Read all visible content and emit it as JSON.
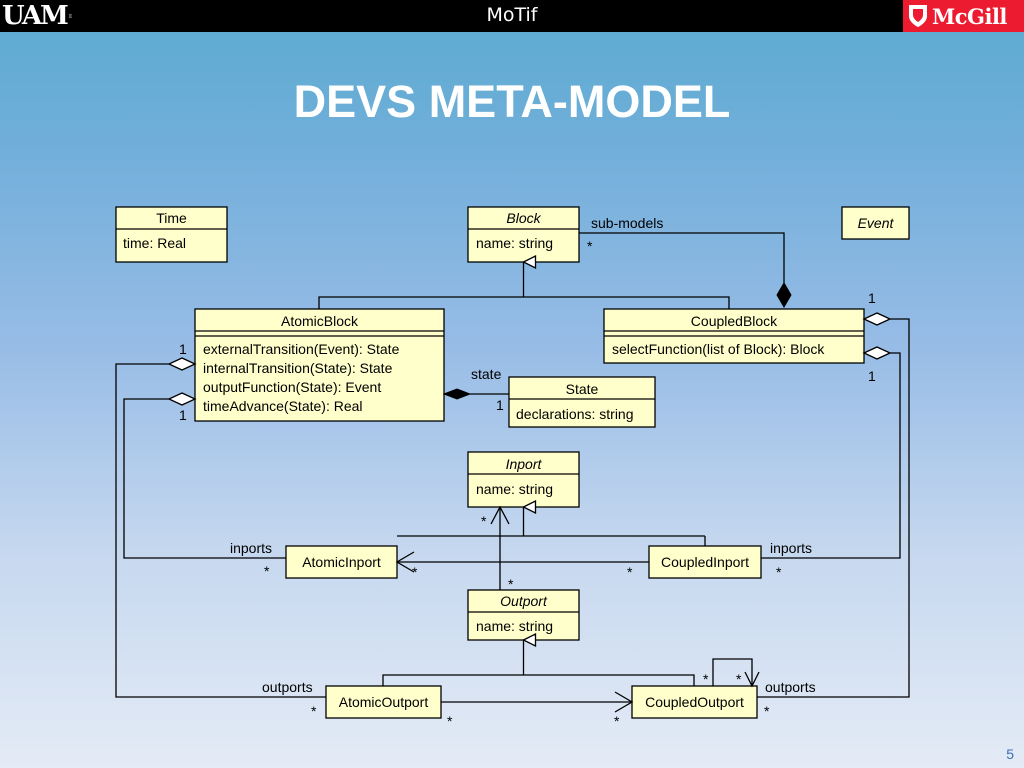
{
  "header": {
    "title": "MoTif",
    "left_logo": "UAM",
    "right_logo": "McGill"
  },
  "slide": {
    "title": "DEVS META-MODEL",
    "page_number": "5"
  },
  "classes": {
    "time": {
      "name": "Time",
      "attributes": [
        "time: Real"
      ]
    },
    "block": {
      "name": "Block",
      "attributes": [
        "name: string"
      ]
    },
    "event": {
      "name": "Event"
    },
    "atomic_block": {
      "name": "AtomicBlock",
      "methods": [
        "externalTransition(Event): State",
        "internalTransition(State): State",
        "outputFunction(State): Event",
        "timeAdvance(State): Real"
      ]
    },
    "coupled_block": {
      "name": "CoupledBlock",
      "methods": [
        "selectFunction(list of Block): Block"
      ]
    },
    "state": {
      "name": "State",
      "attributes": [
        "declarations: string"
      ]
    },
    "inport": {
      "name": "Inport",
      "attributes": [
        "name: string"
      ]
    },
    "atomic_inport": {
      "name": "AtomicInport"
    },
    "coupled_inport": {
      "name": "CoupledInport"
    },
    "outport": {
      "name": "Outport",
      "attributes": [
        "name: string"
      ]
    },
    "atomic_outport": {
      "name": "AtomicOutport"
    },
    "coupled_outport": {
      "name": "CoupledOutport"
    }
  },
  "labels": {
    "sub_models": "sub-models",
    "state_role": "state",
    "inports": "inports",
    "outports": "outports",
    "one": "1",
    "many": "*"
  },
  "colors": {
    "class_fill": "#ffffcc",
    "header_bar": "#000000",
    "mcgill_red": "#ed1b2f",
    "page_number": "#3a6fb5"
  }
}
